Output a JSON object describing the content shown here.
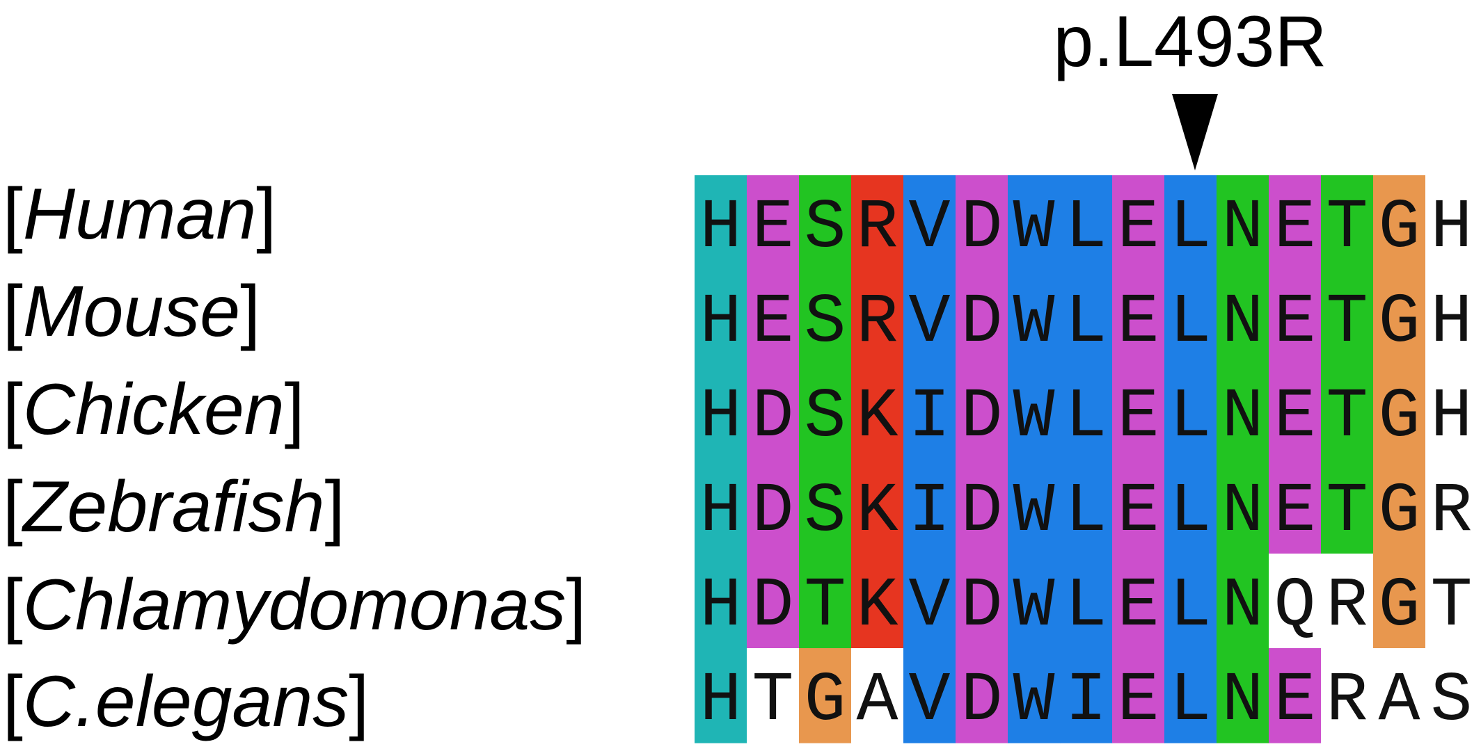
{
  "mutation": {
    "label": "p.L493R",
    "column_index": 9
  },
  "colors": {
    "H": "#1fb5b5",
    "E": "#cc4fcc",
    "D": "#cc4fcc",
    "S": "#22c422",
    "T": "#22c422",
    "N": "#22c422",
    "Q": "#22c422",
    "R": "#e63520",
    "K": "#e63520",
    "V": "#1e7fe6",
    "W": "#1e7fe6",
    "L": "#1e7fe6",
    "I": "#1e7fe6",
    "A": "#1e7fe6",
    "G": "#e8974e",
    "none": "#ffffff",
    "text": "#111111"
  },
  "species": [
    {
      "open": "[",
      "name": "Human",
      "close": "]"
    },
    {
      "open": "[",
      "name": "Mouse",
      "close": "]"
    },
    {
      "open": "[",
      "name": "Chicken",
      "close": "]"
    },
    {
      "open": "[",
      "name": "Zebrafish",
      "close": "]"
    },
    {
      "open": "[",
      "name": "Chlamydomonas",
      "close": "]"
    },
    {
      "open": "[",
      "name": "C.elegans",
      "close": "]"
    }
  ],
  "alignment": {
    "sequences": [
      "HESRVDWLELNETGH",
      "HESRVDWLELNETGH",
      "HDSKIDWLELNETGH",
      "HDSKIDWLELNETGR",
      "HDTKVDWLELNQRGT",
      "HTGAVDWIELNERAS"
    ],
    "colored": [
      [
        1,
        1,
        1,
        1,
        1,
        1,
        1,
        1,
        1,
        1,
        1,
        1,
        1,
        1,
        0
      ],
      [
        1,
        1,
        1,
        1,
        1,
        1,
        1,
        1,
        1,
        1,
        1,
        1,
        1,
        1,
        0
      ],
      [
        1,
        1,
        1,
        1,
        1,
        1,
        1,
        1,
        1,
        1,
        1,
        1,
        1,
        1,
        0
      ],
      [
        1,
        1,
        1,
        1,
        1,
        1,
        1,
        1,
        1,
        1,
        1,
        1,
        1,
        1,
        0
      ],
      [
        1,
        1,
        1,
        1,
        1,
        1,
        1,
        1,
        1,
        1,
        1,
        0,
        0,
        1,
        0
      ],
      [
        1,
        0,
        1,
        0,
        1,
        1,
        1,
        1,
        1,
        1,
        1,
        1,
        0,
        0,
        0
      ]
    ]
  }
}
